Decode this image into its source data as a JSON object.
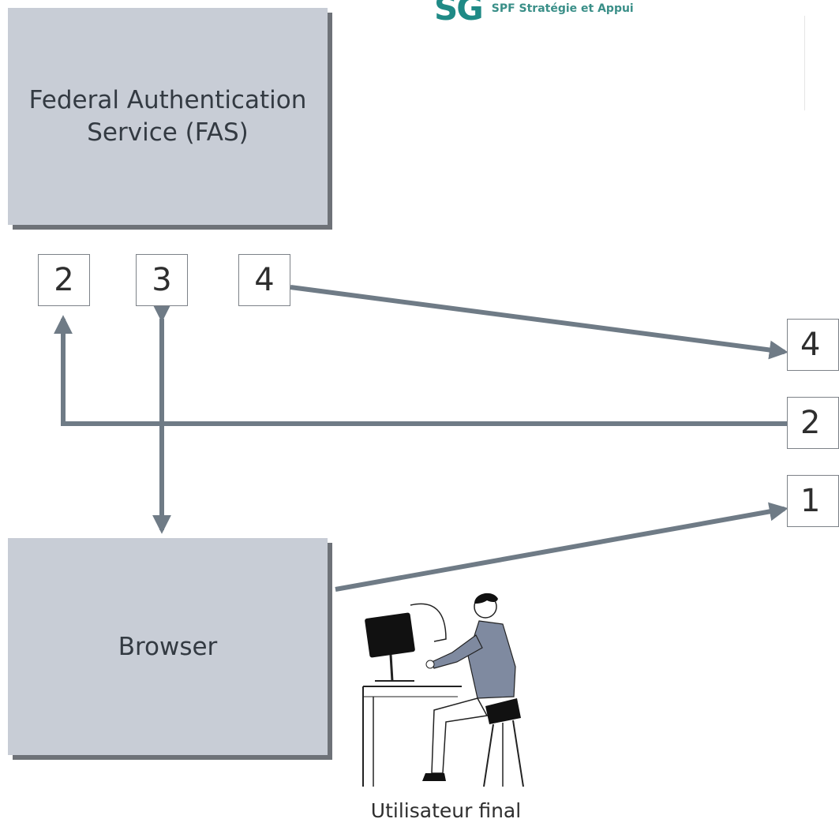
{
  "logo": {
    "mark": "SG",
    "text": "SPF Stratégie et Appui"
  },
  "fas": {
    "label": "Federal Authentication\nService (FAS)"
  },
  "browser": {
    "label": "Browser"
  },
  "steps": {
    "two": "2",
    "three": "3",
    "four": "4"
  },
  "edge_steps": {
    "four": "4",
    "two": "2",
    "one": "1"
  },
  "user": {
    "label": "Utilisateur final"
  },
  "colors": {
    "box_fill": "#c8cdd6",
    "box_shadow": "#6e7278",
    "arrow": "#6f7b86",
    "logo": "#1f8a86"
  }
}
